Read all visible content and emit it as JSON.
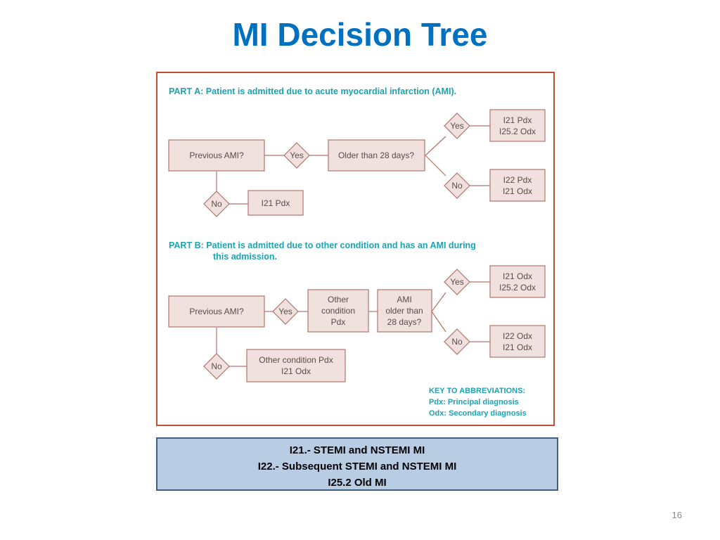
{
  "slide": {
    "title": "MI Decision Tree",
    "page_number": "16"
  },
  "figure": {
    "part_a": {
      "heading": "PART A: Patient is admitted due to acute myocardial infarction (AMI).",
      "question": "Previous AMI?",
      "yes": "Yes",
      "no": "No",
      "no_result": "I21 Pdx",
      "older_question": "Older than 28 days?",
      "older_yes": "Yes",
      "older_yes_result": [
        "I21 Pdx",
        "I25.2 Odx"
      ],
      "older_no": "No",
      "older_no_result": [
        "I22 Pdx",
        "I21 Odx"
      ]
    },
    "part_b": {
      "heading_line1": "PART B: Patient is admitted due to other condition and has an AMI during",
      "heading_line2": "this admission.",
      "question": "Previous AMI?",
      "yes": "Yes",
      "no": "No",
      "no_result": [
        "Other condition Pdx",
        "I21 Odx"
      ],
      "other_condition": [
        "Other",
        "condition",
        "Pdx"
      ],
      "ami_older": [
        "AMI",
        "older than",
        "28 days?"
      ],
      "older_yes": "Yes",
      "older_yes_result": [
        "I21 Odx",
        "I25.2 Odx"
      ],
      "older_no": "No",
      "older_no_result": [
        "I22 Odx",
        "I21 Odx"
      ]
    },
    "key": {
      "title": "KEY TO ABBREVIATIONS:",
      "pdx": "Pdx: Principal diagnosis",
      "odx": "Odx: Secondary diagnosis"
    }
  },
  "legend": {
    "line1": "I21.- STEMI and NSTEMI MI",
    "line2": "I22.- Subsequent STEMI and NSTEMI MI",
    "line3": "I25.2 Old MI"
  },
  "colors": {
    "title": "#0070C0",
    "heading_teal": "#1AA3B3",
    "frame_border": "#C0502D",
    "box_fill": "#F0E0DE",
    "box_stroke": "#B0746A",
    "legend_fill": "#B8CCE4",
    "legend_border": "#3F5F7F"
  }
}
